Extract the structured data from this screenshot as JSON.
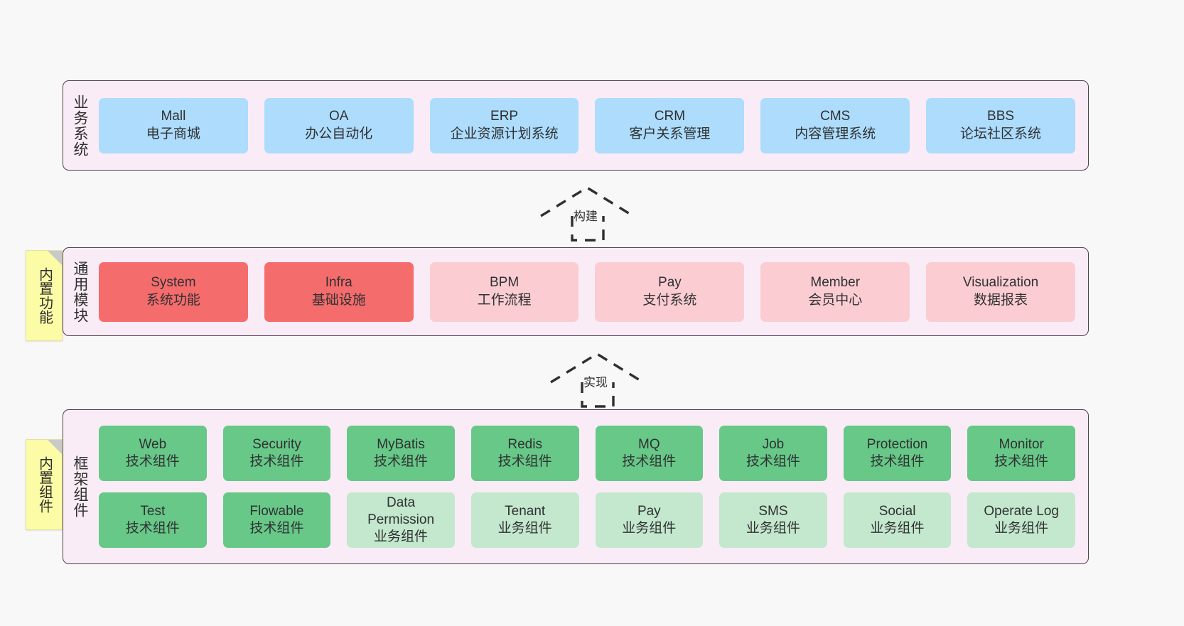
{
  "diagram": {
    "title": "",
    "colors": {
      "layer_bg": "#f9ecf6",
      "layer_border": "#4b414b",
      "business_box": "#addcfc",
      "module_core": "#f56c6c",
      "module_other": "#fbcdd2",
      "component_tech": "#67c887",
      "component_biz": "#c3e8cd",
      "note_bg": "#fcfba6",
      "page_bg": "#f8f8f8"
    }
  },
  "layers": [
    {
      "id": "business",
      "label": "业务系统",
      "rows": [
        [
          {
            "name": "Mall",
            "desc": "电子商城",
            "style": "c-blue"
          },
          {
            "name": "OA",
            "desc": "办公自动化",
            "style": "c-blue"
          },
          {
            "name": "ERP",
            "desc": "企业资源计划系统",
            "style": "c-blue"
          },
          {
            "name": "CRM",
            "desc": "客户关系管理",
            "style": "c-blue"
          },
          {
            "name": "CMS",
            "desc": "内容管理系统",
            "style": "c-blue"
          },
          {
            "name": "BBS",
            "desc": "论坛社区系统",
            "style": "c-blue"
          }
        ]
      ]
    },
    {
      "id": "modules",
      "label": "通用模块",
      "note": "内置功能",
      "rows": [
        [
          {
            "name": "System",
            "desc": "系统功能",
            "style": "c-red"
          },
          {
            "name": "Infra",
            "desc": "基础设施",
            "style": "c-red"
          },
          {
            "name": "BPM",
            "desc": "工作流程",
            "style": "c-pink"
          },
          {
            "name": "Pay",
            "desc": "支付系统",
            "style": "c-pink"
          },
          {
            "name": "Member",
            "desc": "会员中心",
            "style": "c-pink"
          },
          {
            "name": "Visualization",
            "desc": "数据报表",
            "style": "c-pink"
          }
        ]
      ]
    },
    {
      "id": "framework",
      "label": "框架组件",
      "note": "内置组件",
      "rows": [
        [
          {
            "name": "Web",
            "desc": "技术组件",
            "style": "c-green"
          },
          {
            "name": "Security",
            "desc": "技术组件",
            "style": "c-green"
          },
          {
            "name": "MyBatis",
            "desc": "技术组件",
            "style": "c-green"
          },
          {
            "name": "Redis",
            "desc": "技术组件",
            "style": "c-green"
          },
          {
            "name": "MQ",
            "desc": "技术组件",
            "style": "c-green"
          },
          {
            "name": "Job",
            "desc": "技术组件",
            "style": "c-green"
          },
          {
            "name": "Protection",
            "desc": "技术组件",
            "style": "c-green"
          },
          {
            "name": "Monitor",
            "desc": "技术组件",
            "style": "c-green"
          }
        ],
        [
          {
            "name": "Test",
            "desc": "技术组件",
            "style": "c-green"
          },
          {
            "name": "Flowable",
            "desc": "技术组件",
            "style": "c-green"
          },
          {
            "name": "Data",
            "name2": "Permission",
            "desc": "业务组件",
            "style": "c-lightgreen"
          },
          {
            "name": "Tenant",
            "desc": "业务组件",
            "style": "c-lightgreen"
          },
          {
            "name": "Pay",
            "desc": "业务组件",
            "style": "c-lightgreen"
          },
          {
            "name": "SMS",
            "desc": "业务组件",
            "style": "c-lightgreen"
          },
          {
            "name": "Social",
            "desc": "业务组件",
            "style": "c-lightgreen"
          },
          {
            "name": "Operate Log",
            "desc": "业务组件",
            "style": "c-lightgreen"
          }
        ]
      ]
    }
  ],
  "arrows": [
    {
      "id": "build",
      "label": "构建",
      "from": "modules",
      "to": "business"
    },
    {
      "id": "implement",
      "label": "实现",
      "from": "framework",
      "to": "modules"
    }
  ]
}
